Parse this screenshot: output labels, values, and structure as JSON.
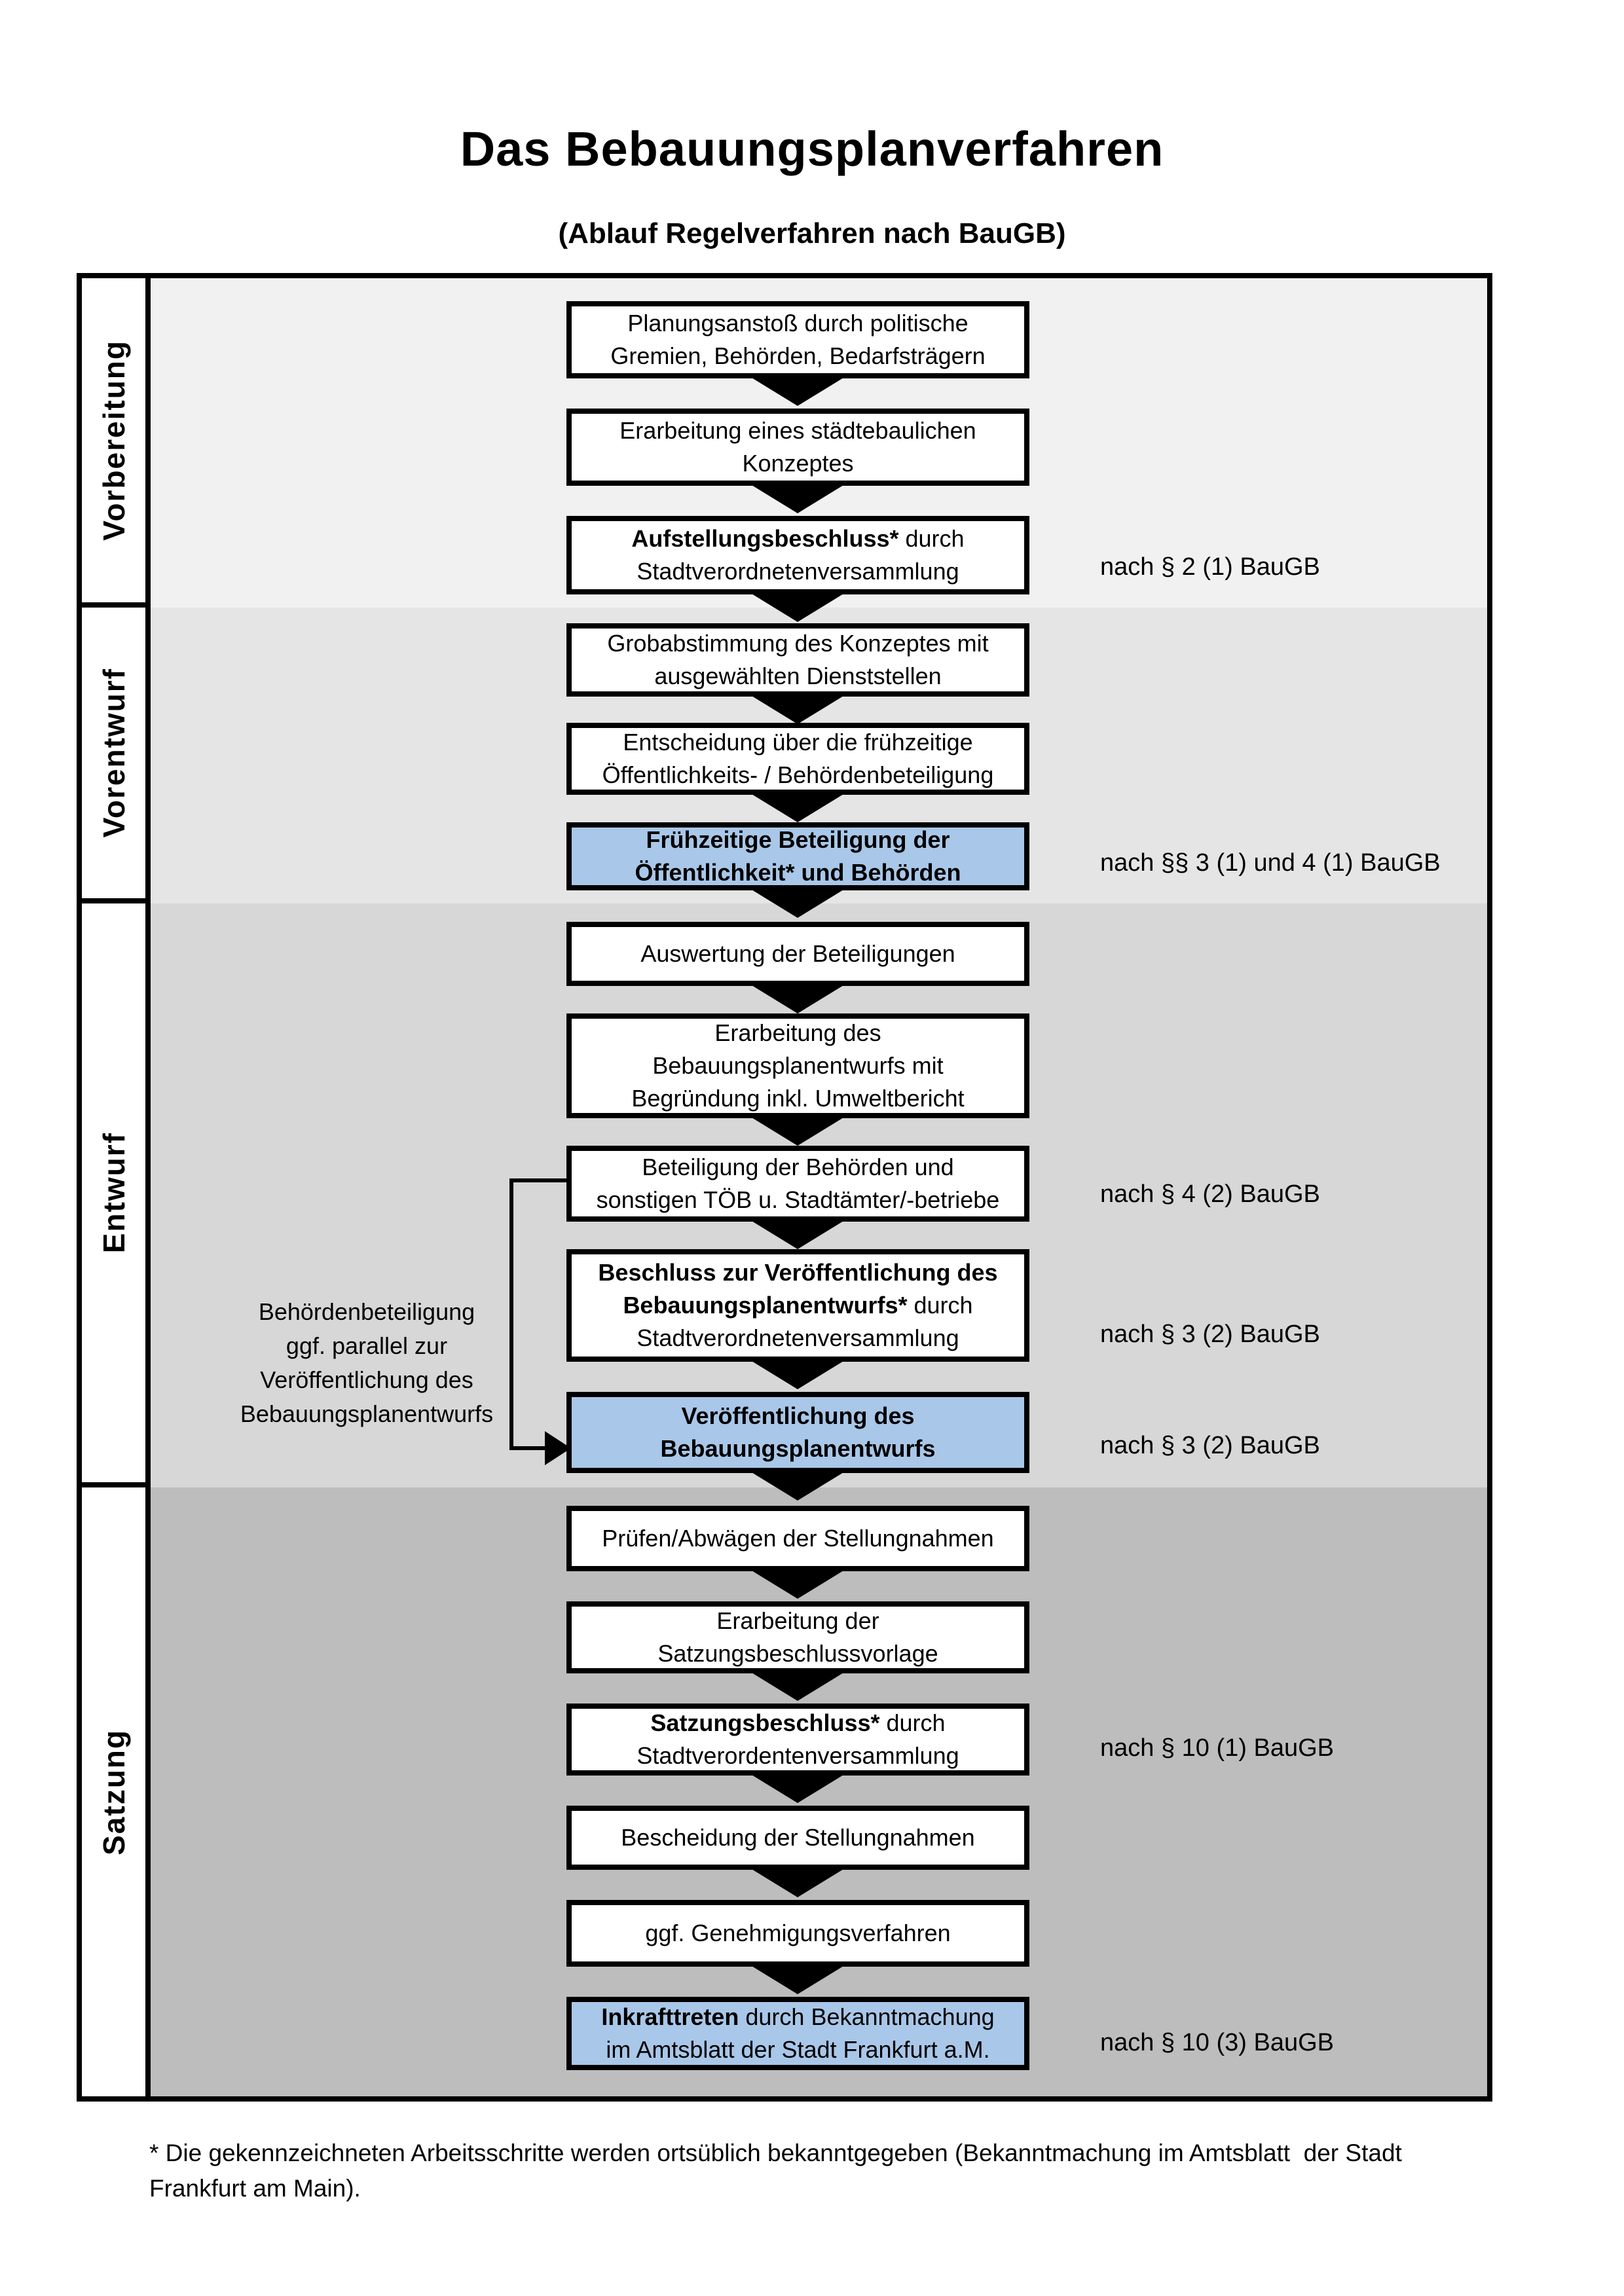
{
  "title": "Das Bebauungsplanverfahren",
  "subtitle": "(Ablauf Regelverfahren nach BauGB)",
  "colors": {
    "phase_bg": [
      "#f1f1f1",
      "#e5e5e5",
      "#d7d7d7",
      "#bdbdbd"
    ],
    "highlight_box_bg": "#a9c7e8",
    "box_border": "#000000",
    "label_cell_bg": "#ffffff"
  },
  "phases": [
    {
      "label": "Vorbereitung"
    },
    {
      "label": "Vorentwurf"
    },
    {
      "label": "Entwurf"
    },
    {
      "label": "Satzung"
    }
  ],
  "boxes": [
    {
      "phase": 0,
      "highlight": false,
      "lines": [
        [
          {
            "t": "Planungsanstoß durch politische"
          }
        ],
        [
          {
            "t": "Gremien, Behörden, Bedarfsträgern"
          }
        ]
      ]
    },
    {
      "phase": 0,
      "highlight": false,
      "lines": [
        [
          {
            "t": "Erarbeitung eines städtebaulichen"
          }
        ],
        [
          {
            "t": "Konzeptes"
          }
        ]
      ]
    },
    {
      "phase": 0,
      "highlight": false,
      "note": "nach § 2 (1) BauGB",
      "lines": [
        [
          {
            "t": "Aufstellungsbeschluss*",
            "b": true
          },
          {
            "t": " durch"
          }
        ],
        [
          {
            "t": "Stadtverordnetenversammlung"
          }
        ]
      ]
    },
    {
      "phase": 1,
      "highlight": false,
      "lines": [
        [
          {
            "t": "Grobabstimmung des Konzeptes mit"
          }
        ],
        [
          {
            "t": "ausgewählten Dienststellen"
          }
        ]
      ]
    },
    {
      "phase": 1,
      "highlight": false,
      "lines": [
        [
          {
            "t": "Entscheidung über die frühzeitige"
          }
        ],
        [
          {
            "t": "Öffentlichkeits- / Behördenbeteiligung"
          }
        ]
      ]
    },
    {
      "phase": 1,
      "highlight": true,
      "note": "nach §§ 3 (1) und 4 (1) BauGB",
      "lines": [
        [
          {
            "t": "Frühzeitige Beteiligung der",
            "b": true
          }
        ],
        [
          {
            "t": "Öffentlichkeit* und Behörden",
            "b": true
          }
        ]
      ]
    },
    {
      "phase": 2,
      "highlight": false,
      "lines": [
        [
          {
            "t": "Auswertung der Beteiligungen"
          }
        ]
      ]
    },
    {
      "phase": 2,
      "highlight": false,
      "lines": [
        [
          {
            "t": "Erarbeitung des"
          }
        ],
        [
          {
            "t": "Bebauungsplanentwurfs mit"
          }
        ],
        [
          {
            "t": "Begründung inkl. Umweltbericht"
          }
        ]
      ]
    },
    {
      "phase": 2,
      "highlight": false,
      "note": "nach § 4 (2) BauGB",
      "lines": [
        [
          {
            "t": "Beteiligung der Behörden und"
          }
        ],
        [
          {
            "t": "sonstigen TÖB u. Stadtämter/-betriebe"
          }
        ]
      ]
    },
    {
      "phase": 2,
      "highlight": false,
      "note": "nach § 3 (2) BauGB",
      "lines": [
        [
          {
            "t": "Beschluss zur Veröffentlichung des",
            "b": true
          }
        ],
        [
          {
            "t": "Bebauungsplanentwurfs*",
            "b": true
          },
          {
            "t": " durch"
          }
        ],
        [
          {
            "t": "Stadtverordnetenversammlung"
          }
        ]
      ]
    },
    {
      "phase": 2,
      "highlight": true,
      "note": "nach § 3 (2) BauGB",
      "lines": [
        [
          {
            "t": "Veröffentlichung des",
            "b": true
          }
        ],
        [
          {
            "t": "Bebauungsplanentwurfs",
            "b": true
          }
        ]
      ]
    },
    {
      "phase": 3,
      "highlight": false,
      "lines": [
        [
          {
            "t": "Prüfen/Abwägen der Stellungnahmen"
          }
        ]
      ]
    },
    {
      "phase": 3,
      "highlight": false,
      "lines": [
        [
          {
            "t": "Erarbeitung der"
          }
        ],
        [
          {
            "t": "Satzungsbeschlussvorlage"
          }
        ]
      ]
    },
    {
      "phase": 3,
      "highlight": false,
      "note": "nach § 10 (1) BauGB",
      "lines": [
        [
          {
            "t": "Satzungsbeschluss*",
            "b": true
          },
          {
            "t": " durch"
          }
        ],
        [
          {
            "t": "Stadtverordentenversammlung"
          }
        ]
      ]
    },
    {
      "phase": 3,
      "highlight": false,
      "lines": [
        [
          {
            "t": "Bescheidung der Stellungnahmen"
          }
        ]
      ]
    },
    {
      "phase": 3,
      "highlight": false,
      "lines": [
        [
          {
            "t": "ggf. Genehmigungsverfahren"
          }
        ]
      ]
    },
    {
      "phase": 3,
      "highlight": true,
      "note": "nach § 10 (3) BauGB",
      "lines": [
        [
          {
            "t": "Inkrafttreten",
            "b": true
          },
          {
            "t": " durch Bekanntmachung"
          }
        ],
        [
          {
            "t": "im Amtsblatt der Stadt Frankfurt a.M."
          }
        ]
      ]
    }
  ],
  "side_annotation": "Behördenbeteiligung\nggf. parallel zur\nVeröffentlichung des\nBebauungsplanentwurfs",
  "footnote": "* Die gekennzeichneten Arbeitsschritte werden ortsüblich bekanntgegeben (Bekanntmachung im Amtsblatt  der Stadt\nFrankfurt am Main)."
}
